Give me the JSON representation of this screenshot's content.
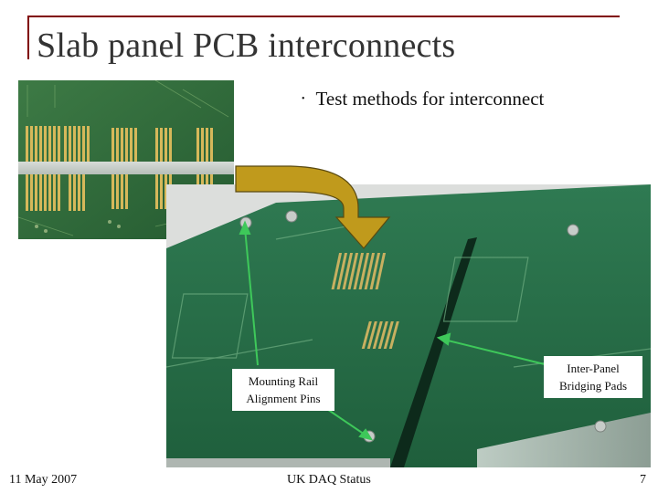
{
  "slide": {
    "title": "Slab panel PCB interconnects",
    "bullet": "Test methods for interconnect",
    "bullet_glyph": "•"
  },
  "callouts": {
    "mounting": [
      "Mounting Rail",
      "Alignment Pins"
    ],
    "bridging": [
      "Inter-Panel",
      "Bridging Pads"
    ]
  },
  "footer": {
    "date": "11 May 2007",
    "center": "UK DAQ Status",
    "page": "7"
  },
  "colors": {
    "title_rule": "#800000",
    "pcb_green": "#256b45",
    "gold_arrow": "#c09a1c",
    "pointer_green": "#3ec85a"
  },
  "images": {
    "small_photo": "pcb-connector-pads-photo",
    "large_photo": "slab-panel-pcb-photo"
  }
}
